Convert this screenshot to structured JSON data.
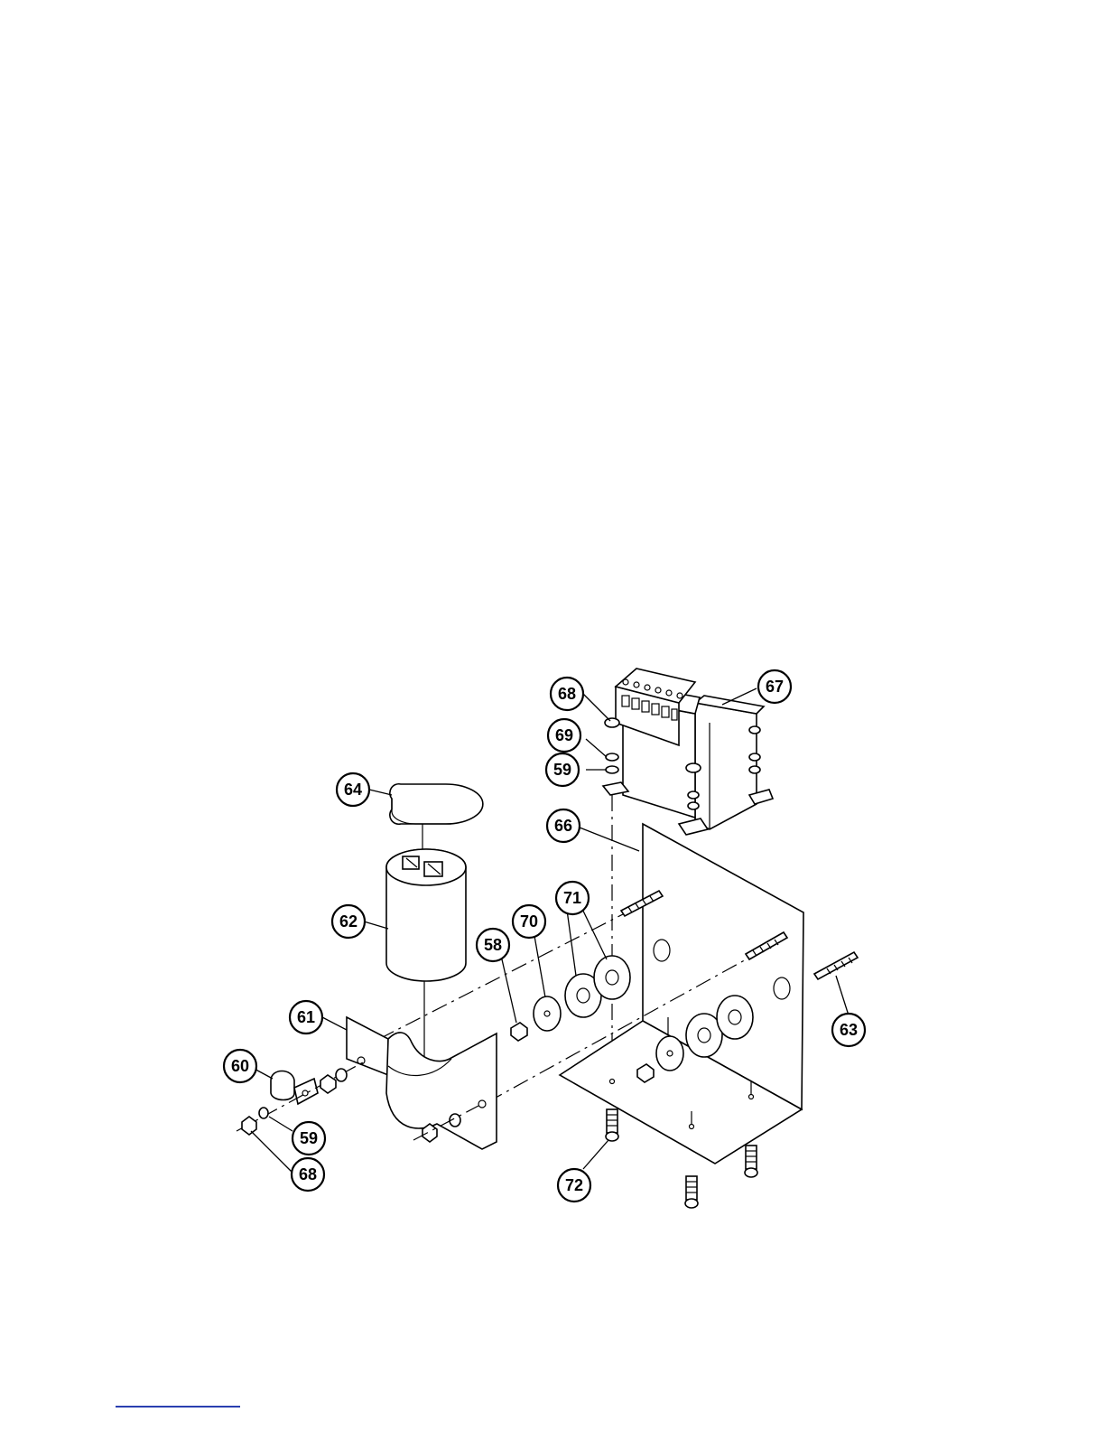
{
  "callouts": [
    {
      "key": "c64",
      "label": "64"
    },
    {
      "key": "c62",
      "label": "62"
    },
    {
      "key": "c61",
      "label": "61"
    },
    {
      "key": "c60",
      "label": "60"
    },
    {
      "key": "c59a",
      "label": "59"
    },
    {
      "key": "c68a",
      "label": "68"
    },
    {
      "key": "c68b",
      "label": "68"
    },
    {
      "key": "c69",
      "label": "69"
    },
    {
      "key": "c59b",
      "label": "59"
    },
    {
      "key": "c67",
      "label": "67"
    },
    {
      "key": "c66",
      "label": "66"
    },
    {
      "key": "c71",
      "label": "71"
    },
    {
      "key": "c70",
      "label": "70"
    },
    {
      "key": "c58",
      "label": "58"
    },
    {
      "key": "c63",
      "label": "63"
    },
    {
      "key": "c72",
      "label": "72"
    }
  ]
}
